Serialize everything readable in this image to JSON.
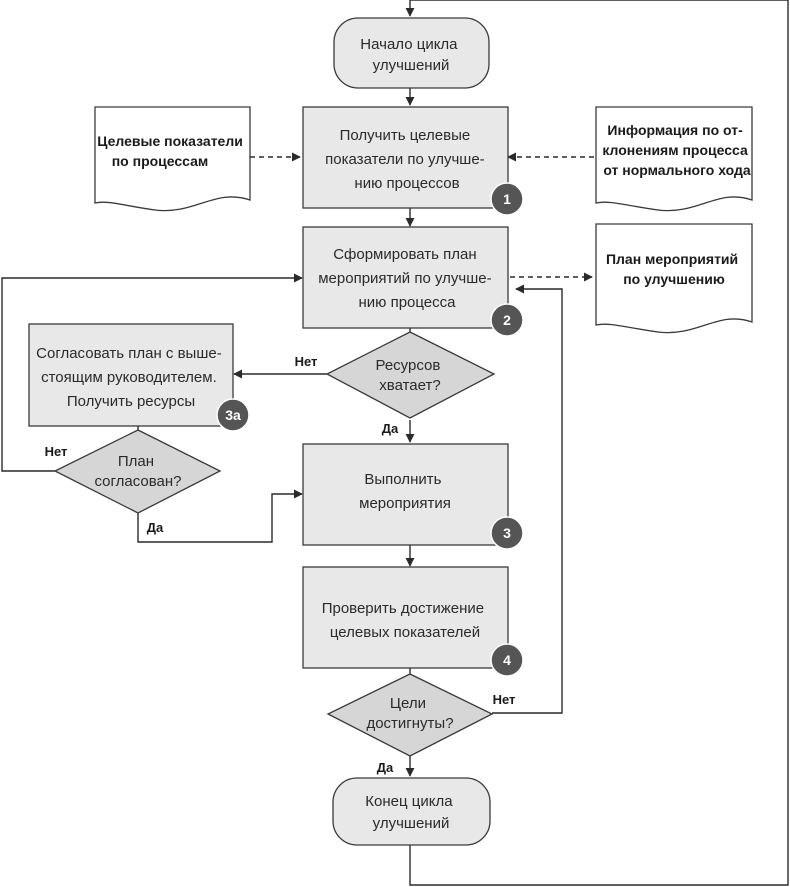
{
  "start": {
    "lines": [
      "Начало цикла",
      "улучшений"
    ]
  },
  "step1": {
    "lines": [
      "Получить целевые",
      "показатели по улучше-",
      "нию процессов"
    ],
    "badge": "1"
  },
  "doc_targets": {
    "lines": [
      "Целевые показатели",
      "по процессам"
    ]
  },
  "doc_deviation": {
    "lines": [
      "Информация по от-",
      "клонениям процесса",
      "от нормального хода"
    ]
  },
  "step2": {
    "lines": [
      "Сформировать план",
      "мероприятий по улучше-",
      "нию процесса"
    ],
    "badge": "2"
  },
  "doc_plan": {
    "lines": [
      "План мероприятий",
      "по улучшению"
    ]
  },
  "dec_resources": {
    "lines": [
      "Ресурсов",
      "хватает?"
    ]
  },
  "step3a": {
    "lines": [
      "Согласовать план с выше-",
      "стоящим руководителем.",
      "Получить ресурсы"
    ],
    "badge": "3а"
  },
  "dec_agreed": {
    "lines": [
      "План",
      "согласован?"
    ]
  },
  "step3": {
    "lines": [
      "Выполнить",
      "мероприятия"
    ],
    "badge": "3"
  },
  "step4": {
    "lines": [
      "Проверить достижение",
      "целевых показателей"
    ],
    "badge": "4"
  },
  "dec_goals": {
    "lines": [
      "Цели",
      "достигнуты?"
    ]
  },
  "end": {
    "lines": [
      "Конец цикла",
      "улучшений"
    ]
  },
  "labels": {
    "no": "Нет",
    "yes": "Да"
  }
}
